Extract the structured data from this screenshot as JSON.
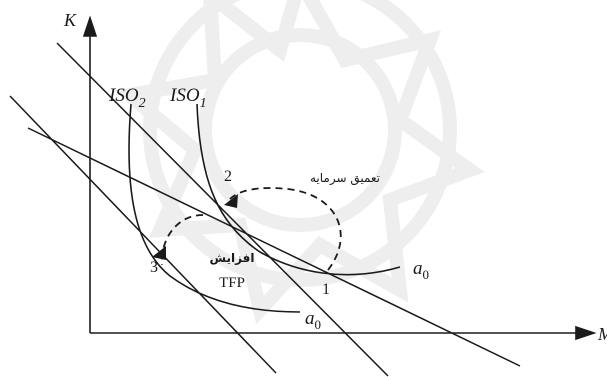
{
  "axes": {
    "y_label": "K",
    "x_label": "M"
  },
  "isoquants": [
    {
      "label_base": "ISO",
      "label_sub": "2"
    },
    {
      "label_base": "ISO",
      "label_sub": "1"
    }
  ],
  "lines": {
    "a0_lower": {
      "base": "a",
      "sub": "0"
    },
    "a0_upper": {
      "base": "a",
      "sub": "0"
    }
  },
  "points": [
    "1",
    "2",
    "3"
  ],
  "annotations": {
    "capital_deepening": "تعمیق سرمایه",
    "tfp_increase_line1": "افزایش",
    "tfp_increase_line2": "TFP"
  },
  "colors": {
    "ink": "#1a1a1a",
    "watermark": "#c8c8c8"
  }
}
